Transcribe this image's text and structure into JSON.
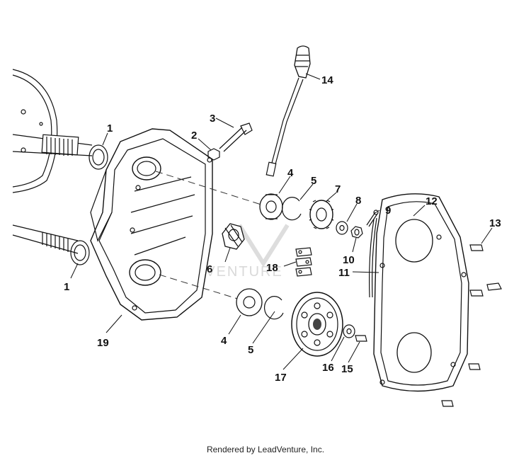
{
  "diagram": {
    "callouts": [
      {
        "id": "c1a",
        "label": "1"
      },
      {
        "id": "c1b",
        "label": "1"
      },
      {
        "id": "c2",
        "label": "2"
      },
      {
        "id": "c3",
        "label": "3"
      },
      {
        "id": "c4a",
        "label": "4"
      },
      {
        "id": "c4b",
        "label": "4"
      },
      {
        "id": "c5a",
        "label": "5"
      },
      {
        "id": "c5b",
        "label": "5"
      },
      {
        "id": "c6",
        "label": "6"
      },
      {
        "id": "c7",
        "label": "7"
      },
      {
        "id": "c8",
        "label": "8"
      },
      {
        "id": "c9",
        "label": "9"
      },
      {
        "id": "c10",
        "label": "10"
      },
      {
        "id": "c11",
        "label": "11"
      },
      {
        "id": "c12",
        "label": "12"
      },
      {
        "id": "c13",
        "label": "13"
      },
      {
        "id": "c14",
        "label": "14"
      },
      {
        "id": "c15",
        "label": "15"
      },
      {
        "id": "c16",
        "label": "16"
      },
      {
        "id": "c17",
        "label": "17"
      },
      {
        "id": "c18",
        "label": "18"
      },
      {
        "id": "c19",
        "label": "19"
      }
    ],
    "watermark": "LEADVENTURE",
    "footer": "Rendered by LeadVenture, Inc."
  },
  "colors": {
    "ink": "#111111",
    "background": "#ffffff",
    "watermark": "#d9d9d9"
  }
}
